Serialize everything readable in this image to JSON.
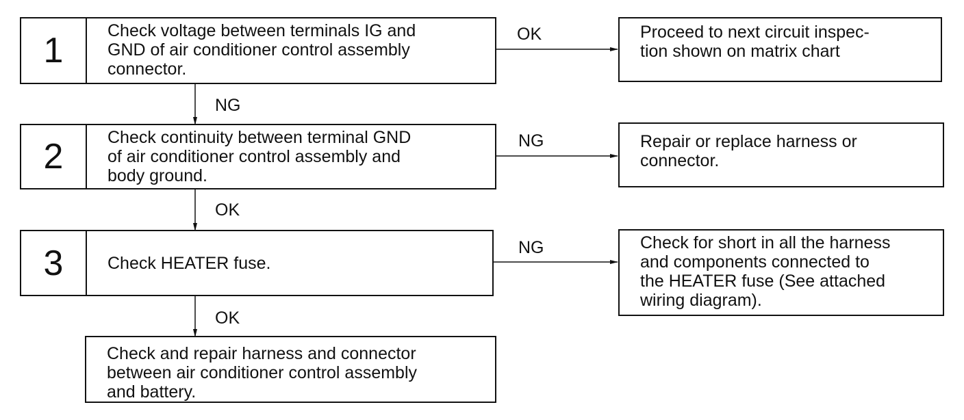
{
  "steps": [
    {
      "number": "1",
      "text": "Check voltage between terminals IG and\nGND of air conditioner control assembly\nconnector.",
      "side_label": "OK",
      "down_label": "NG",
      "result": "Proceed to next circuit inspec-\ntion shown on matrix chart"
    },
    {
      "number": "2",
      "text": "Check continuity between terminal GND\nof air conditioner control assembly and\nbody ground.",
      "side_label": "NG",
      "down_label": "OK",
      "result": "Repair or replace harness or\nconnector."
    },
    {
      "number": "3",
      "text": "Check HEATER fuse.",
      "side_label": "NG",
      "down_label": "OK",
      "result": "Check for short in all the harness\nand components connected to\nthe HEATER fuse (See attached\nwiring diagram)."
    }
  ],
  "final_step": {
    "text": "Check and repair harness and connector\nbetween air conditioner control assembly\nand battery."
  }
}
